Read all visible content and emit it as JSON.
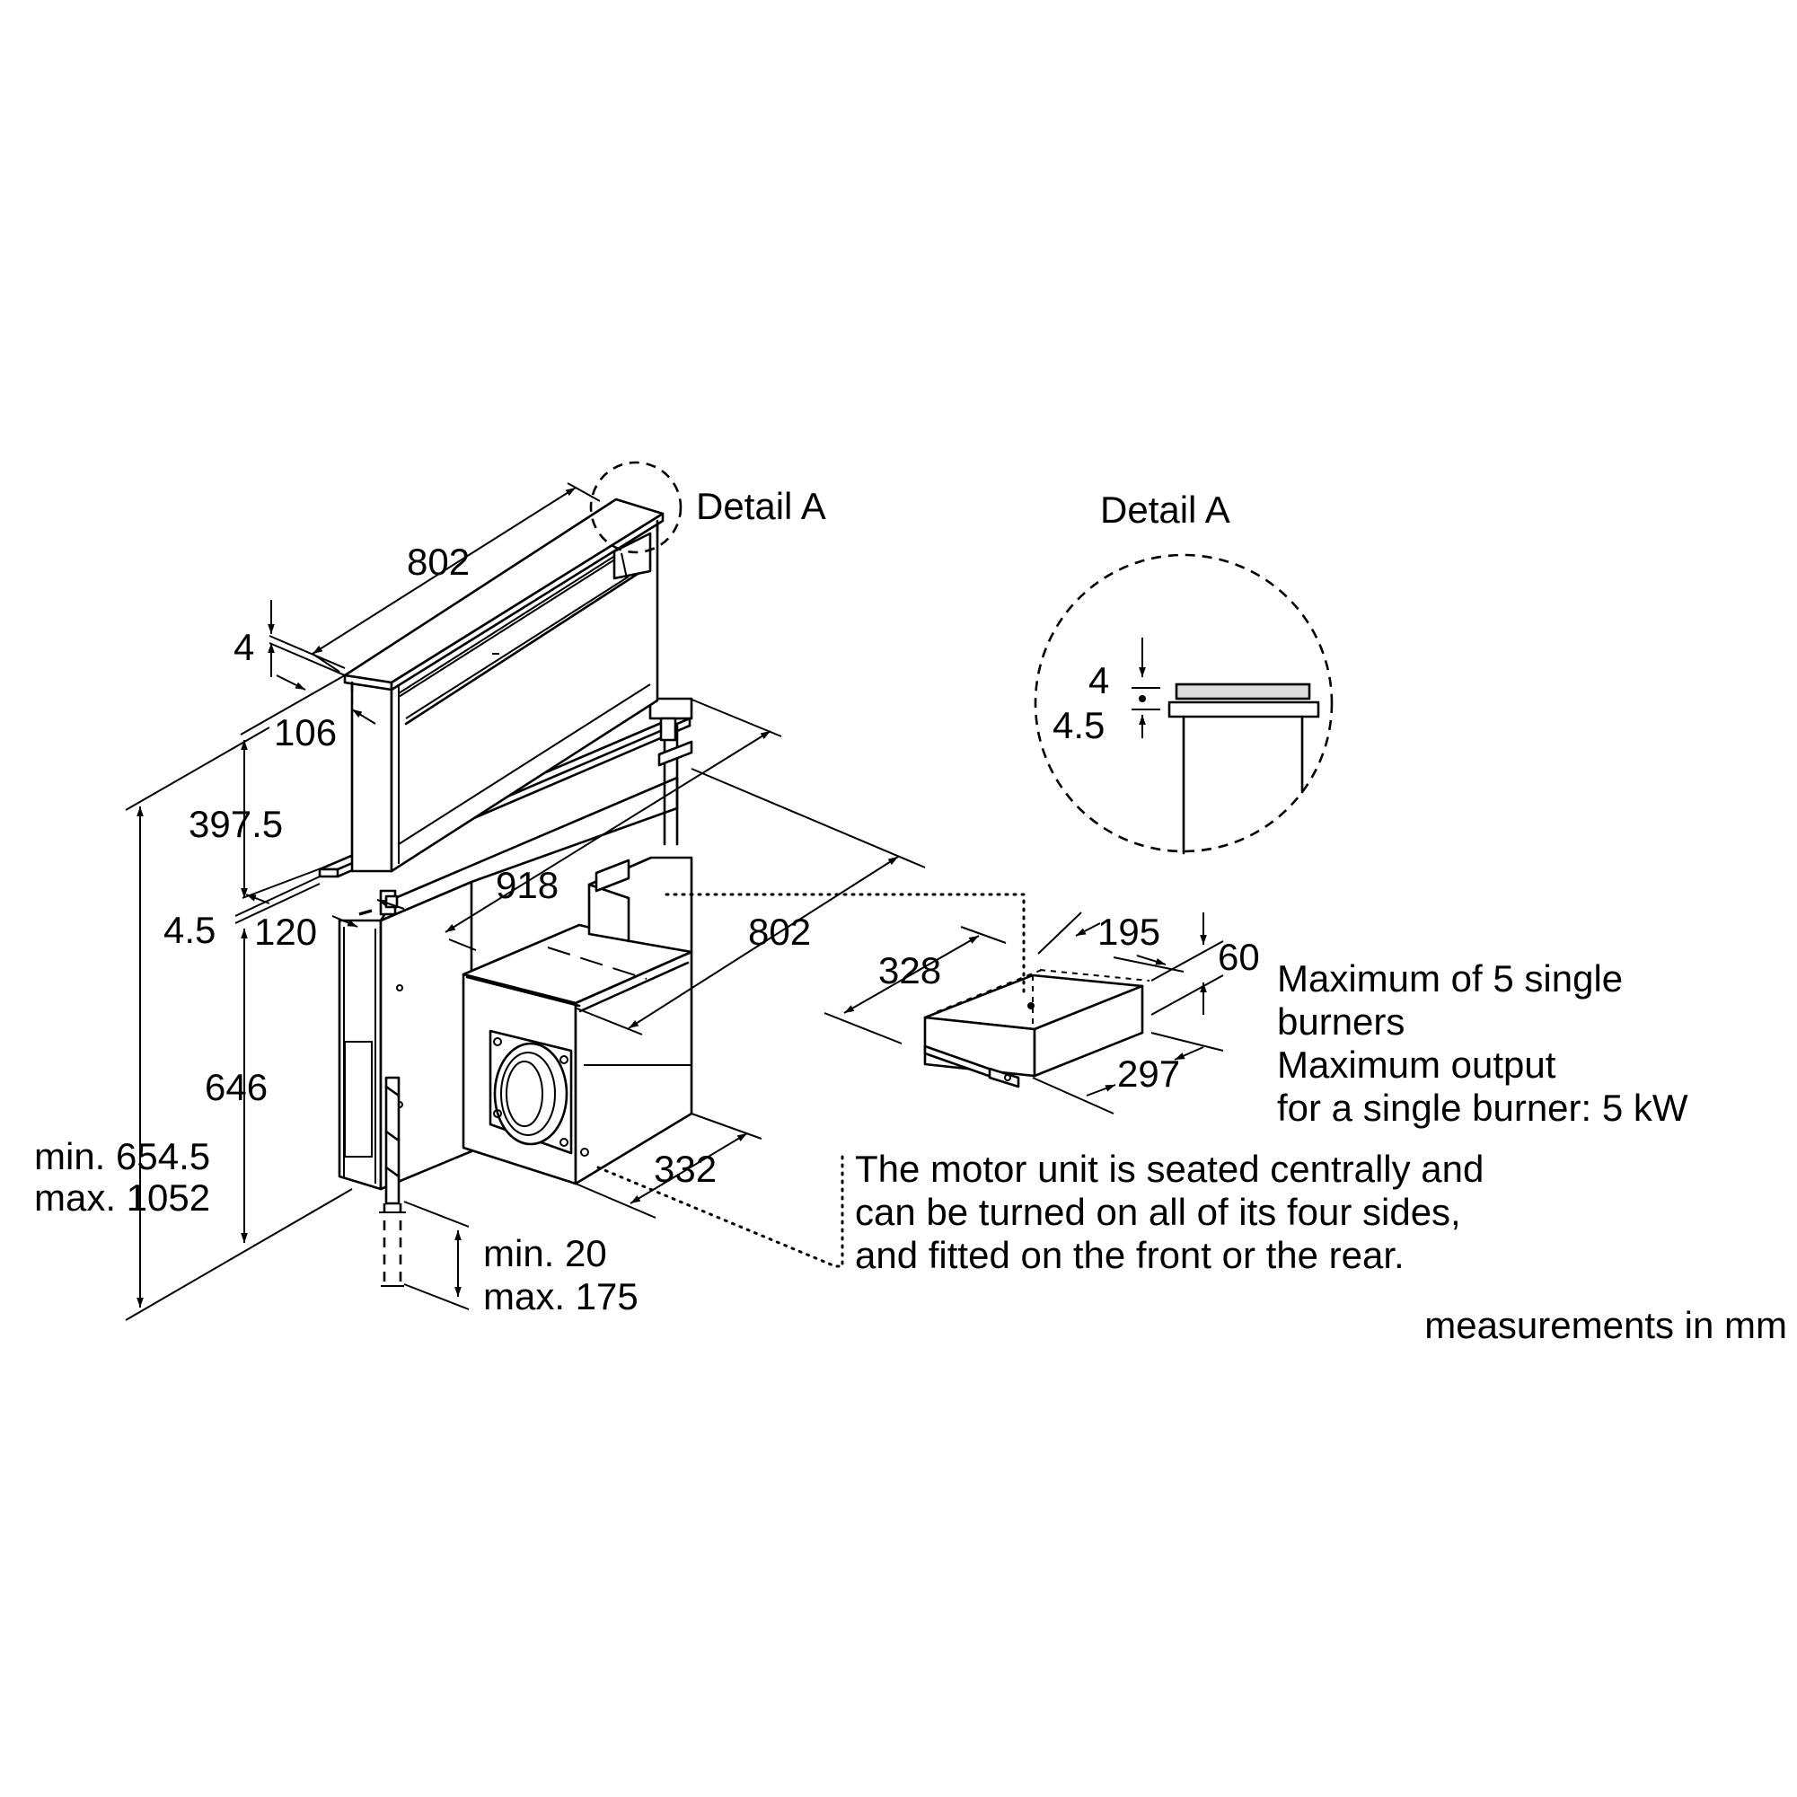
{
  "labels": {
    "detail_a_main": "Detail A",
    "detail_a_title": "Detail A",
    "units": "measurements in mm"
  },
  "dimensions": {
    "top_width": "802",
    "glass_thickness": "4",
    "top_depth": "106",
    "lift_height": "397.5",
    "frame_thickness": "4.5",
    "frame_depth": "120",
    "cutout_width": "918",
    "housing_width": "802",
    "housing_height": "646",
    "total_height_min": "min. 654.5",
    "total_height_max": "max. 1052",
    "motor_depth": "332",
    "bracket_min": "min. 20",
    "bracket_max": "max. 175",
    "detail_glass": "4",
    "detail_frame": "4.5",
    "motor_len": "328",
    "motor_width": "195",
    "motor_height": "60",
    "motor_depth2": "297"
  },
  "notes": {
    "burners_line1": "Maximum of 5 single",
    "burners_line2": "burners",
    "output_line1": "Maximum output",
    "output_line2": "for a single burner: 5 kW",
    "motor_line1": "The motor unit is seated centrally and",
    "motor_line2": "can be turned on all of its four sides,",
    "motor_line3": "and fitted on the front or the rear."
  }
}
